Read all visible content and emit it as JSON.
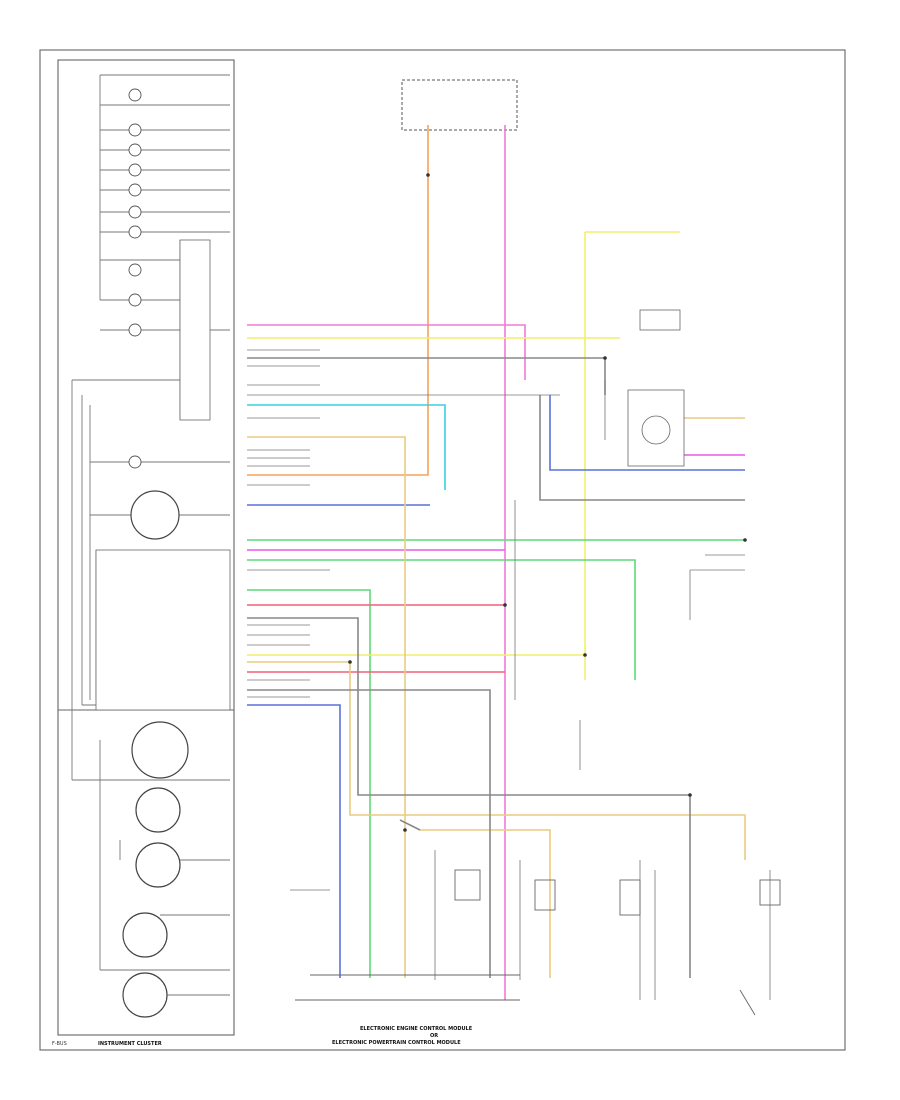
{
  "labels": {
    "instrument_cluster": "INSTRUMENT CLUSTER",
    "module_line1": "ELECTRONIC ENGINE CONTROL MODULE",
    "module_line2": "OR",
    "module_line3": "ELECTRONIC POWERTRAIN CONTROL MODULE",
    "corner_code": "F-BUS"
  },
  "colors": {
    "pink": "#f27ad6",
    "orange": "#f5a25a",
    "yellow": "#f2ee6b",
    "cyan": "#37d0e0",
    "blue": "#5a72d8",
    "green": "#5fd87a",
    "magenta": "#e85ae8",
    "red": "#f0607a",
    "tan": "#e8cc80",
    "gray": "#888888"
  }
}
